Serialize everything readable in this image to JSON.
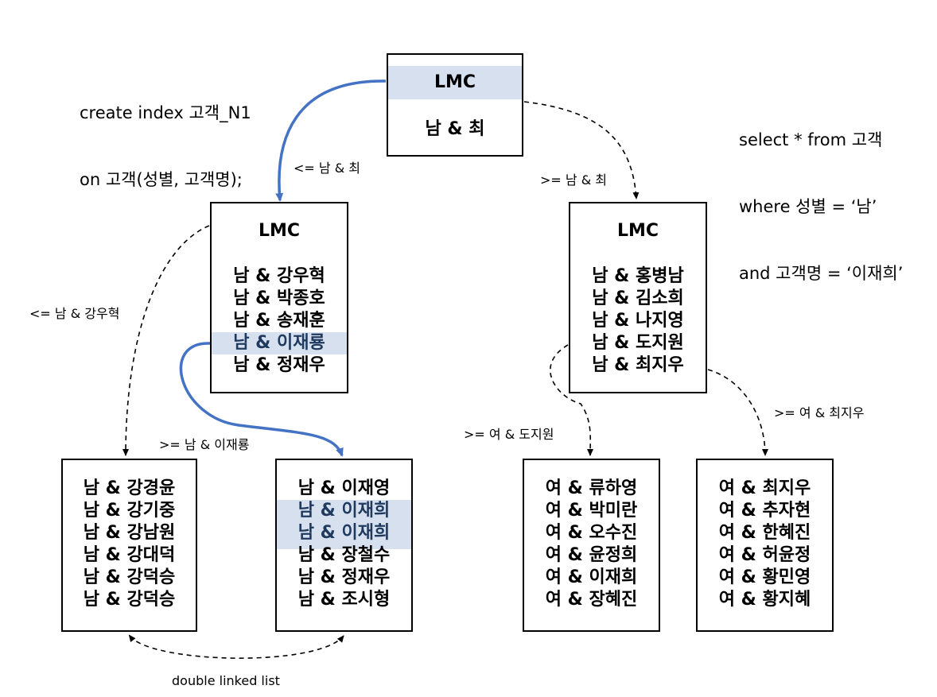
{
  "create_sql": {
    "line1": "create index 고객_N1",
    "line2": "on 고객(성별, 고객명);"
  },
  "select_sql": {
    "line1": "select * from 고객",
    "line2": "where 성별 = ‘남’",
    "line3": "and 고객명 = ‘이재희’"
  },
  "root": {
    "header": "LMC",
    "entries": [
      "남 & 최"
    ]
  },
  "branch_left": {
    "header": "LMC",
    "entries": [
      "남 & 강우혁",
      "남 & 박종호",
      "남 & 송재훈",
      "남 & 이재룡",
      "남 & 정재우"
    ]
  },
  "branch_right": {
    "header": "LMC",
    "entries": [
      "남 & 홍병남",
      "남 & 김소희",
      "남 & 나지영",
      "남 & 도지원",
      "남 & 최지우"
    ]
  },
  "leaf1": {
    "entries": [
      "남 & 강경윤",
      "남 & 강기중",
      "남 & 강남원",
      "남 & 강대덕",
      "남 & 강덕승",
      "남 & 강덕승"
    ]
  },
  "leaf2": {
    "entries": [
      "남 & 이재영",
      "남 & 이재희",
      "남 & 이재희",
      "남 & 장철수",
      "남 & 정재우",
      "남 & 조시형"
    ]
  },
  "leaf3": {
    "entries": [
      "여 & 류하영",
      "여 & 박미란",
      "여 & 오수진",
      "여 & 윤정희",
      "여 & 이재희",
      "여 & 장혜진"
    ]
  },
  "leaf4": {
    "entries": [
      "여 & 최지우",
      "여 & 추자현",
      "여 & 한혜진",
      "여 & 허윤정",
      "여 & 황민영",
      "여 & 황지혜"
    ]
  },
  "labels": {
    "root_left": "<= 남 & 최",
    "root_right": ">= 남 & 최",
    "left_lmc": "<= 남 & 강우혁",
    "left_4": ">= 남 & 이재룡",
    "right_4": ">= 여 & 도지원",
    "right_5": ">= 여 & 최지우",
    "double_linked": "double linked list"
  },
  "colors": {
    "highlight": "#d6e0ef",
    "search_path": "#4472c4",
    "text": "#000000"
  }
}
